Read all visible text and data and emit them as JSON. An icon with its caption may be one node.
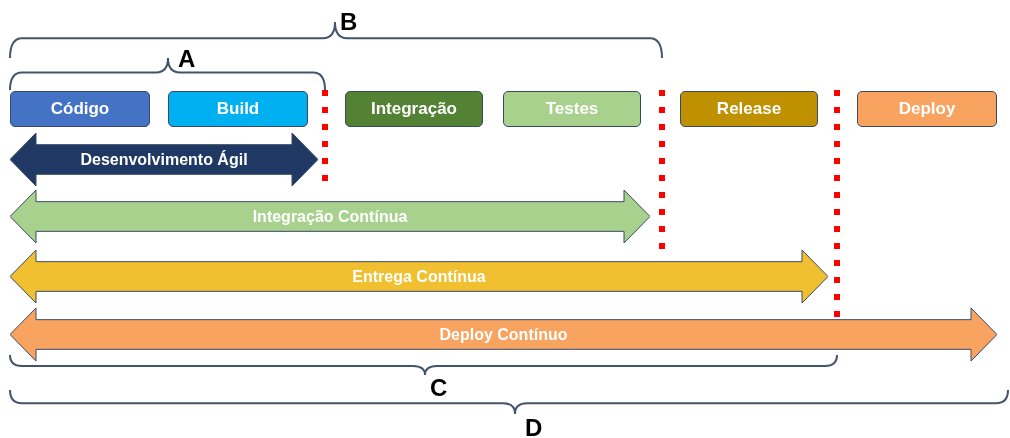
{
  "diagram": {
    "nodes": [
      {
        "text": [
          "Código"
        ]
      },
      {
        "text": [
          "Build"
        ]
      },
      {
        "text": [
          "Integração"
        ]
      },
      {
        "text": [
          "Testes"
        ]
      },
      {
        "text": [
          "Release"
        ]
      },
      {
        "text": [
          "Deploy"
        ]
      },
      {
        "text": [
          "Desenvolvimento Ágil"
        ]
      },
      {
        "text": [
          "Integração Contínua"
        ]
      },
      {
        "text": [
          "Entrega Contínua"
        ]
      },
      {
        "text": [
          "Deploy Contínuo"
        ]
      }
    ],
    "labels": [
      "B",
      "A",
      "C",
      "D"
    ]
  }
}
